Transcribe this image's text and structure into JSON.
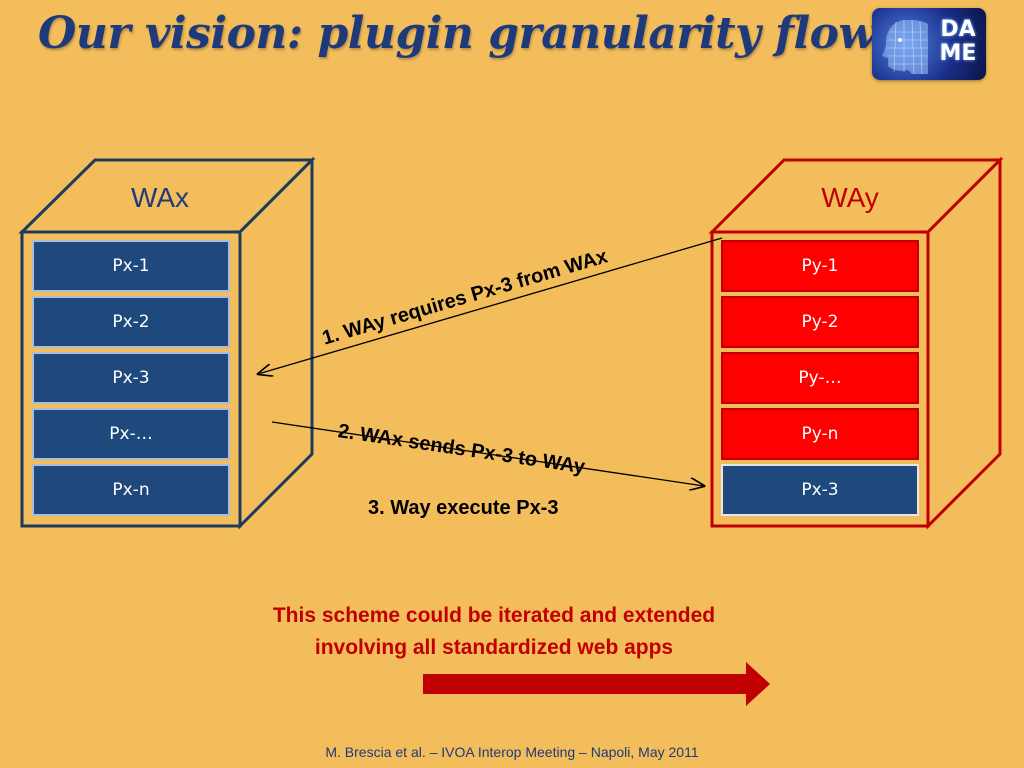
{
  "title": "Our vision: plugin granularity flow",
  "logo": {
    "text_line1": "DA",
    "text_line2": "ME",
    "icon": "face-wireframe-icon"
  },
  "left_box": {
    "label": "WAx",
    "plugins": [
      "Px-1",
      "Px-2",
      "Px-3",
      "Px-…",
      "Px-n"
    ]
  },
  "right_box": {
    "label": "WAy",
    "plugins": [
      "Py-1",
      "Py-2",
      "Py-…",
      "Py-n",
      "Px-3"
    ]
  },
  "steps": {
    "step1": "1. WAy requires Px-3 from WAx",
    "step2": "2. WAx sends Px-3 to WAy",
    "step3": "3. Way execute Px-3"
  },
  "note": {
    "line1": "This scheme could be iterated and extended",
    "line2": "involving all standardized web apps"
  },
  "footer": "M. Brescia et al. – IVOA Interop Meeting – Napoli, May 2011",
  "colors": {
    "background": "#f3bd5c",
    "wax_blue": "#1f497d",
    "way_red": "#ff0000",
    "note_red": "#c00000",
    "title_blue": "#1f3a7a"
  }
}
